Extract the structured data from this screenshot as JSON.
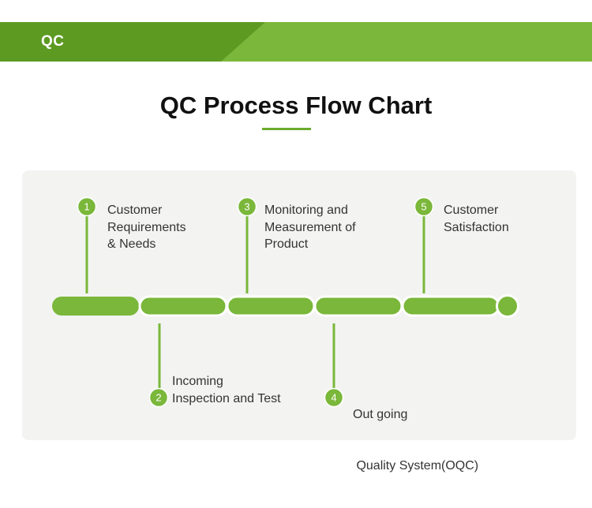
{
  "header": {
    "label": "QC"
  },
  "title": "QC Process Flow Chart",
  "colors": {
    "accent_green": "#7ab73a",
    "dark_green": "#5c9a22",
    "panel_background": "#f3f4f2"
  },
  "steps": [
    {
      "number": "1",
      "lines": [
        "Customer",
        "Requirements",
        "& Needs"
      ]
    },
    {
      "number": "2",
      "lines": [
        "Incoming",
        "Inspection and Test"
      ]
    },
    {
      "number": "3",
      "lines": [
        "Monitoring and",
        "Measurement of",
        "Product"
      ]
    },
    {
      "number": "4",
      "lines": [
        "Out going",
        " Quality System(OQC)"
      ]
    },
    {
      "number": "5",
      "lines": [
        "Customer",
        "Satisfaction"
      ]
    }
  ]
}
